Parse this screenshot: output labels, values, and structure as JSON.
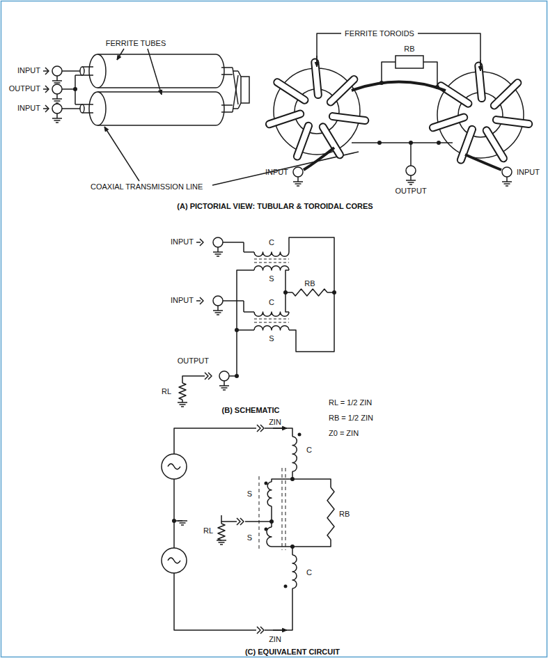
{
  "diagram": {
    "labels": [
      "FERRITE TUBES",
      "INPUT",
      "OUTPUT",
      "INPUT",
      "COAXIAL TRANSMISSION LINE",
      "FERRITE TOROIDS",
      "RB",
      "INPUT",
      "OUTPUT",
      "INPUT",
      "(A) PICTORIAL VIEW: TUBULAR & TOROIDAL CORES",
      "INPUT",
      "C",
      "S",
      "INPUT",
      "C",
      "S",
      "RB",
      "OUTPUT",
      "RL",
      "(B) SCHEMATIC",
      "ZIN",
      "C",
      "S",
      "S",
      "C",
      "RL",
      "RB",
      "ZIN",
      "RL = 1/2 ZIN",
      "RB = 1/2 ZIN",
      "Z0 = ZIN",
      "(C) EQUIVALENT CIRCUIT"
    ]
  }
}
